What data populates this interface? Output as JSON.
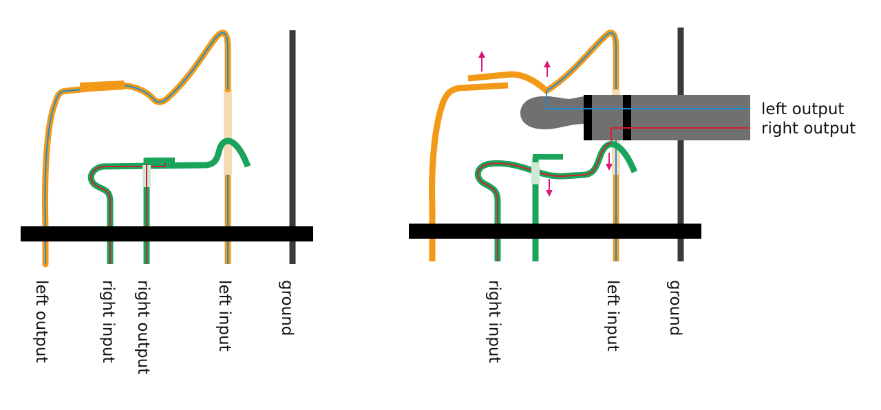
{
  "colors": {
    "orange": "#f29a17",
    "green": "#1aa35a",
    "blue": "#1a8fd6",
    "red": "#d1202f",
    "black": "#000000",
    "dark_gray": "#3a3a3a",
    "plug_gray": "#707070",
    "arrow": "#e0157a"
  },
  "left_panel": {
    "labels": {
      "left_output": "left output",
      "right_input": "right input",
      "right_output": "right output",
      "left_input": "left input",
      "ground": "ground"
    }
  },
  "right_panel": {
    "labels": {
      "right_input": "right input",
      "left_input": "left input",
      "ground": "ground",
      "left_output": "left output",
      "right_output": "right output"
    }
  }
}
